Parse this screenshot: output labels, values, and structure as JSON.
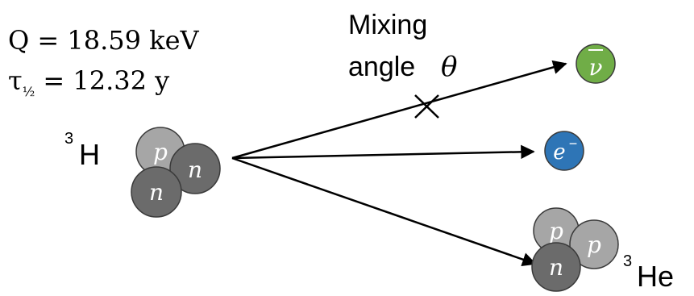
{
  "params": {
    "q_line": "Q = 18.59 keV",
    "halflife_tau": "τ",
    "halflife_sub": "½",
    "halflife_rest": " = 12.32 y"
  },
  "mixing": {
    "line1": "Mixing",
    "line2_word": "angle",
    "symbol": "θ"
  },
  "tritium": {
    "mass_number": "3",
    "symbol": "H",
    "nucleons": [
      "p",
      "n",
      "n"
    ]
  },
  "helium3": {
    "mass_number": "3",
    "symbol": "He",
    "nucleons": [
      "p",
      "p",
      "n"
    ]
  },
  "products": {
    "antineutrino": "ν",
    "electron": "e",
    "electron_charge": "−"
  },
  "colors": {
    "proton": "#a6a6a6",
    "neutron": "#6b6b6b",
    "antineutrino": "#70ad47",
    "electron": "#2e75b6",
    "outline": "#3a3a3a"
  }
}
